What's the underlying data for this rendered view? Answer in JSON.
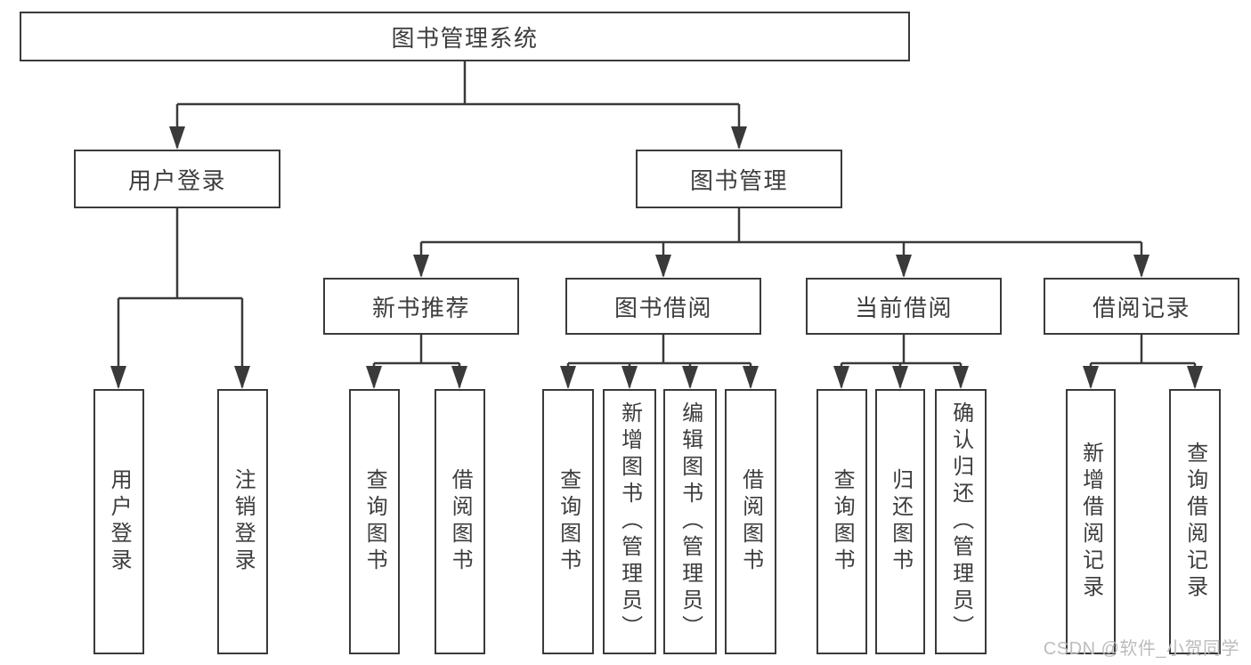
{
  "root": {
    "label": "图书管理系统"
  },
  "level2": {
    "user_login": {
      "label": "用户登录"
    },
    "book_mgmt": {
      "label": "图书管理"
    }
  },
  "level3": {
    "new_books": {
      "label": "新书推荐"
    },
    "book_borrow": {
      "label": "图书借阅"
    },
    "current_borrow": {
      "label": "当前借阅"
    },
    "borrow_records": {
      "label": "借阅记录"
    }
  },
  "leaves": {
    "user_login_leaf": {
      "label": "用户登录"
    },
    "logout": {
      "label": "注销登录"
    },
    "nb_query": {
      "label": "查询图书"
    },
    "nb_borrow": {
      "label": "借阅图书"
    },
    "bb_query": {
      "label": "查询图书"
    },
    "bb_add": {
      "label": "新增图书（管理员）"
    },
    "bb_edit": {
      "label": "编辑图书（管理员）"
    },
    "bb_borrow": {
      "label": "借阅图书"
    },
    "cb_query": {
      "label": "查询图书"
    },
    "cb_return": {
      "label": "归还图书"
    },
    "cb_confirm": {
      "label": "确认归还（管理员）"
    },
    "br_add": {
      "label": "新增借阅记录"
    },
    "br_query": {
      "label": "查询借阅记录"
    }
  },
  "watermark": {
    "text": "CSDN @软件_小贺同学"
  },
  "colors": {
    "line": "#3a3a3a",
    "text": "#3d3d3d",
    "watermark_gray": "#bcbcbc",
    "background": "#ffffff"
  }
}
